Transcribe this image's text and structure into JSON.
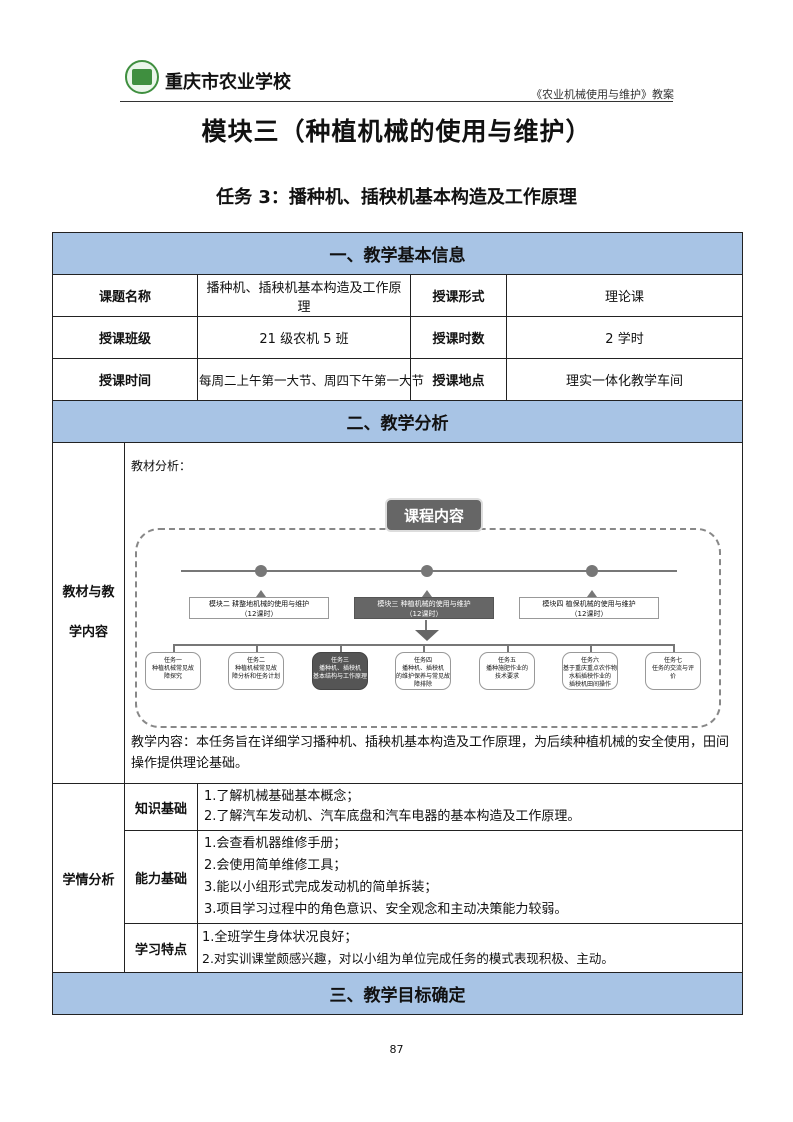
{
  "header": {
    "school": "重庆市农业学校",
    "doc_title": "《农业机械使用与维护》教案"
  },
  "title": "模块三（种植机械的使用与维护）",
  "subtitle": "任务 3：播种机、插秧机基本构造及工作原理",
  "section1": {
    "heading": "一、教学基本信息",
    "rows": [
      {
        "l1": "课题名称",
        "v1": "播种机、插秧机基本构造及工作原理",
        "l2": "授课形式",
        "v2": "理论课"
      },
      {
        "l1": "授课班级",
        "v1": "21 级农机 5 班",
        "l2": "授课时数",
        "v2": "2 学时"
      },
      {
        "l1": "授课时间",
        "v1": "每周二上午第一大节、周四下午第一大节",
        "l2": "授课地点",
        "v2": "理实一体化教学车间"
      }
    ]
  },
  "section2": {
    "heading": "二、教学分析",
    "material_label_1": "教材与教",
    "material_label_2": "学内容",
    "material_intro": "教材分析：",
    "diagram": {
      "course": "课程内容",
      "modules": [
        {
          "line1": "模块二 耕整地机械的使用与维护",
          "line2": "（12课时）"
        },
        {
          "line1": "模块三 种植机械的使用与维护",
          "line2": "（12课时）"
        },
        {
          "line1": "模块四 植保机械的使用与维护",
          "line2": "（12课时）"
        }
      ],
      "tasks": [
        {
          "t1": "任务一",
          "t2": "种植机械常见故",
          "t3": "障探究"
        },
        {
          "t1": "任务二",
          "t2": "种植机械常见故",
          "t3": "障分析和任务计划"
        },
        {
          "t1": "任务三",
          "t2": "播种机、插秧机",
          "t3": "基本结构与工作原理"
        },
        {
          "t1": "任务四",
          "t2": "播种机、插秧机",
          "t3": "的维护保养与常见故障排除"
        },
        {
          "t1": "任务五",
          "t2": "播种施肥作业的",
          "t3": "技术要求"
        },
        {
          "t1": "任务六",
          "t2": "基于重庆重点农作物水稻插秧作业的",
          "t3": "插秧机田间操作"
        },
        {
          "t1": "任务七",
          "t2": "任务的交流与评",
          "t3": "价"
        }
      ]
    },
    "content_text": "教学内容：本任务旨在详细学习播种机、插秧机基本构造及工作原理，为后续种植机械的安全使用，田间操作提供理论基础。",
    "situation_label": "学情分析",
    "knowledge": {
      "label": "知识基础",
      "items": [
        "1.了解机械基础基本概念；",
        "2.了解汽车发动机、汽车底盘和汽车电器的基本构造及工作原理。"
      ]
    },
    "ability": {
      "label": "能力基础",
      "items": [
        "1.会查看机器维修手册；",
        "2.会使用简单维修工具；",
        "3.能以小组形式完成发动机的简单拆装；",
        "3.项目学习过程中的角色意识、安全观念和主动决策能力较弱。"
      ]
    },
    "features": {
      "label": "学习特点",
      "items": [
        "1.全班学生身体状况良好；",
        "2.对实训课堂颇感兴趣，对以小组为单位完成任务的模式表现积极、主动。"
      ]
    }
  },
  "section3": {
    "heading": "三、教学目标确定"
  },
  "page_number": "87"
}
